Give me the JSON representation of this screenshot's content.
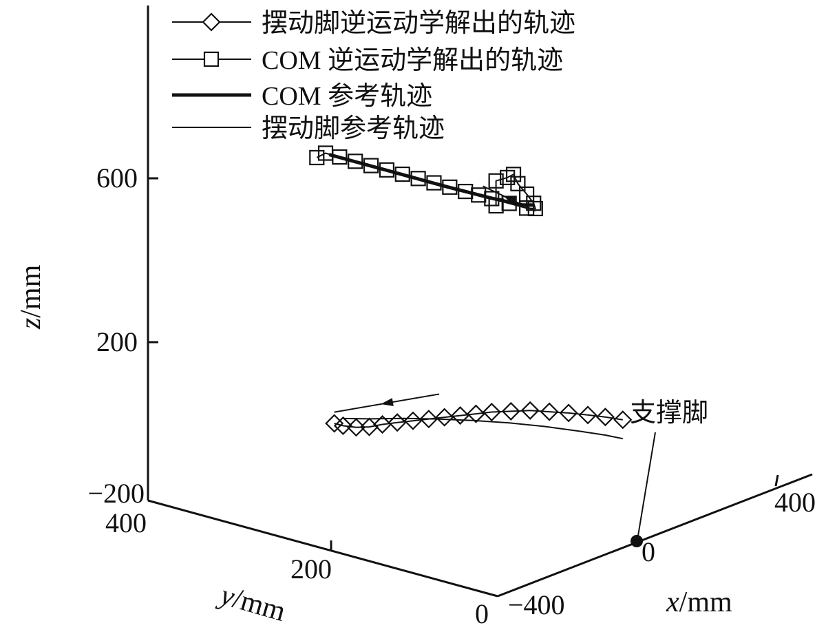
{
  "chart_data": {
    "type": "line3d",
    "legend": {
      "placement": "top-left",
      "entries": [
        {
          "label": "摆动脚逆运动学解出的轨迹",
          "marker": "diamond",
          "line": "thin"
        },
        {
          "label": "COM 逆运动学解出的轨迹",
          "marker": "square",
          "line": "thin"
        },
        {
          "label": "COM 参考轨迹",
          "marker": "none",
          "line": "thick"
        },
        {
          "label": "摆动脚参考轨迹",
          "marker": "none",
          "line": "thin"
        }
      ]
    },
    "axes": {
      "x": {
        "label_var": "x",
        "label_unit": "/mm",
        "ticks": [
          "−400",
          "0",
          "400"
        ]
      },
      "y": {
        "label_var": "y",
        "label_unit": "/mm",
        "ticks": [
          "400",
          "200",
          "0"
        ]
      },
      "z": {
        "label_var": "z",
        "label_unit": "/mm",
        "ticks": [
          "−200",
          "200",
          "600"
        ]
      }
    },
    "annotation": {
      "text": "支撑脚"
    },
    "series": [
      {
        "key": "swing_ik",
        "marker": "diamond",
        "points": [
          [
            -40,
            330,
            -90
          ],
          [
            -40,
            320,
            -90
          ],
          [
            -40,
            305,
            -85
          ],
          [
            -40,
            290,
            -75
          ],
          [
            -40,
            275,
            -60
          ],
          [
            -40,
            258,
            -45
          ],
          [
            -40,
            240,
            -30
          ],
          [
            -40,
            222,
            -15
          ],
          [
            -40,
            204,
            0
          ],
          [
            -40,
            186,
            15
          ],
          [
            -40,
            168,
            30
          ],
          [
            -40,
            150,
            45
          ],
          [
            -40,
            128,
            60
          ],
          [
            -40,
            106,
            75
          ],
          [
            -40,
            84,
            85
          ],
          [
            -40,
            62,
            95
          ],
          [
            -40,
            40,
            103
          ],
          [
            -40,
            20,
            110
          ],
          [
            -40,
            0,
            115
          ]
        ]
      },
      {
        "key": "com_ik",
        "marker": "square",
        "points": [
          [
            -40,
            145,
            560
          ],
          [
            -40,
            145,
            622
          ],
          [
            -40,
            132,
            638
          ],
          [
            -40,
            125,
            650
          ],
          [
            -40,
            120,
            630
          ],
          [
            -40,
            110,
            610
          ],
          [
            -40,
            102,
            592
          ],
          [
            -40,
            100,
            580
          ],
          [
            -40,
            110,
            575
          ],
          [
            -40,
            130,
            575
          ],
          [
            -40,
            150,
            575
          ],
          [
            -40,
            165,
            575
          ],
          [
            -40,
            180,
            575
          ],
          [
            -40,
            198,
            575
          ],
          [
            -40,
            216,
            575
          ],
          [
            -40,
            234,
            575
          ],
          [
            -40,
            252,
            575
          ],
          [
            -40,
            270,
            575
          ],
          [
            -40,
            288,
            575
          ],
          [
            -40,
            306,
            575
          ],
          [
            -40,
            324,
            575
          ],
          [
            -40,
            340,
            575
          ],
          [
            -40,
            350,
            558
          ]
        ]
      },
      {
        "key": "com_ref",
        "style": "thick",
        "points": [
          [
            -40,
            336,
            574
          ],
          [
            -40,
            270,
            574
          ],
          [
            -40,
            200,
            574
          ],
          [
            -40,
            150,
            576
          ],
          [
            -40,
            115,
            580
          ],
          [
            -40,
            101,
            588
          ]
        ]
      },
      {
        "key": "swing_ref",
        "style": "thin",
        "points": [
          [
            -40,
            320,
            -72
          ],
          [
            -40,
            290,
            -55
          ],
          [
            -40,
            250,
            -30
          ],
          [
            -40,
            210,
            -8
          ],
          [
            -40,
            170,
            12
          ],
          [
            -40,
            130,
            30
          ],
          [
            -40,
            90,
            45
          ],
          [
            -40,
            50,
            57
          ],
          [
            -40,
            20,
            65
          ],
          [
            -40,
            0,
            68
          ]
        ]
      }
    ],
    "arrows": [
      {
        "from": [
          -40,
          210,
          54
        ],
        "to": [
          -40,
          330,
          -62
        ]
      },
      {
        "from": [
          -40,
          100,
          574
        ],
        "to": [
          -40,
          160,
          600
        ]
      }
    ],
    "support_foot": [
      0,
      0,
      -200
    ]
  }
}
